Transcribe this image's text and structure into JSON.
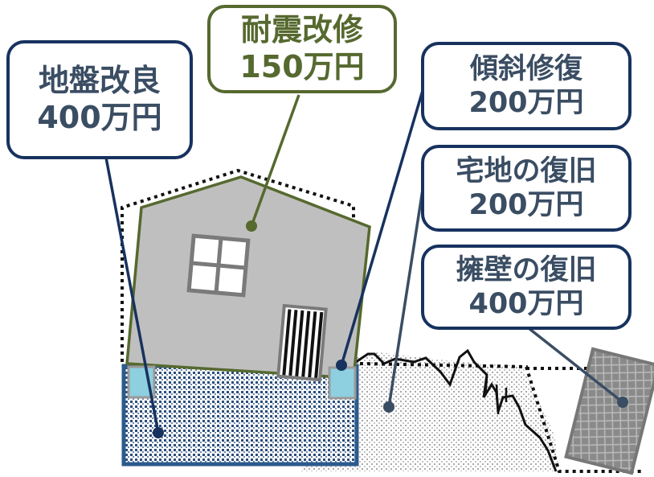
{
  "labels": {
    "ground": {
      "name": "地盤改良",
      "cost": "400万円"
    },
    "seismic": {
      "name": "耐震改修",
      "cost": "150万円"
    },
    "tilt": {
      "name": "傾斜修復",
      "cost": "200万円"
    },
    "land": {
      "name": "宅地の復旧",
      "cost": "200万円"
    },
    "wall": {
      "name": "擁壁の復旧",
      "cost": "400万円"
    }
  },
  "colors": {
    "navy": "#17325e",
    "olive": "#56692f",
    "house_fill": "#bfbfbf",
    "foundation": "#8ecfe0"
  }
}
